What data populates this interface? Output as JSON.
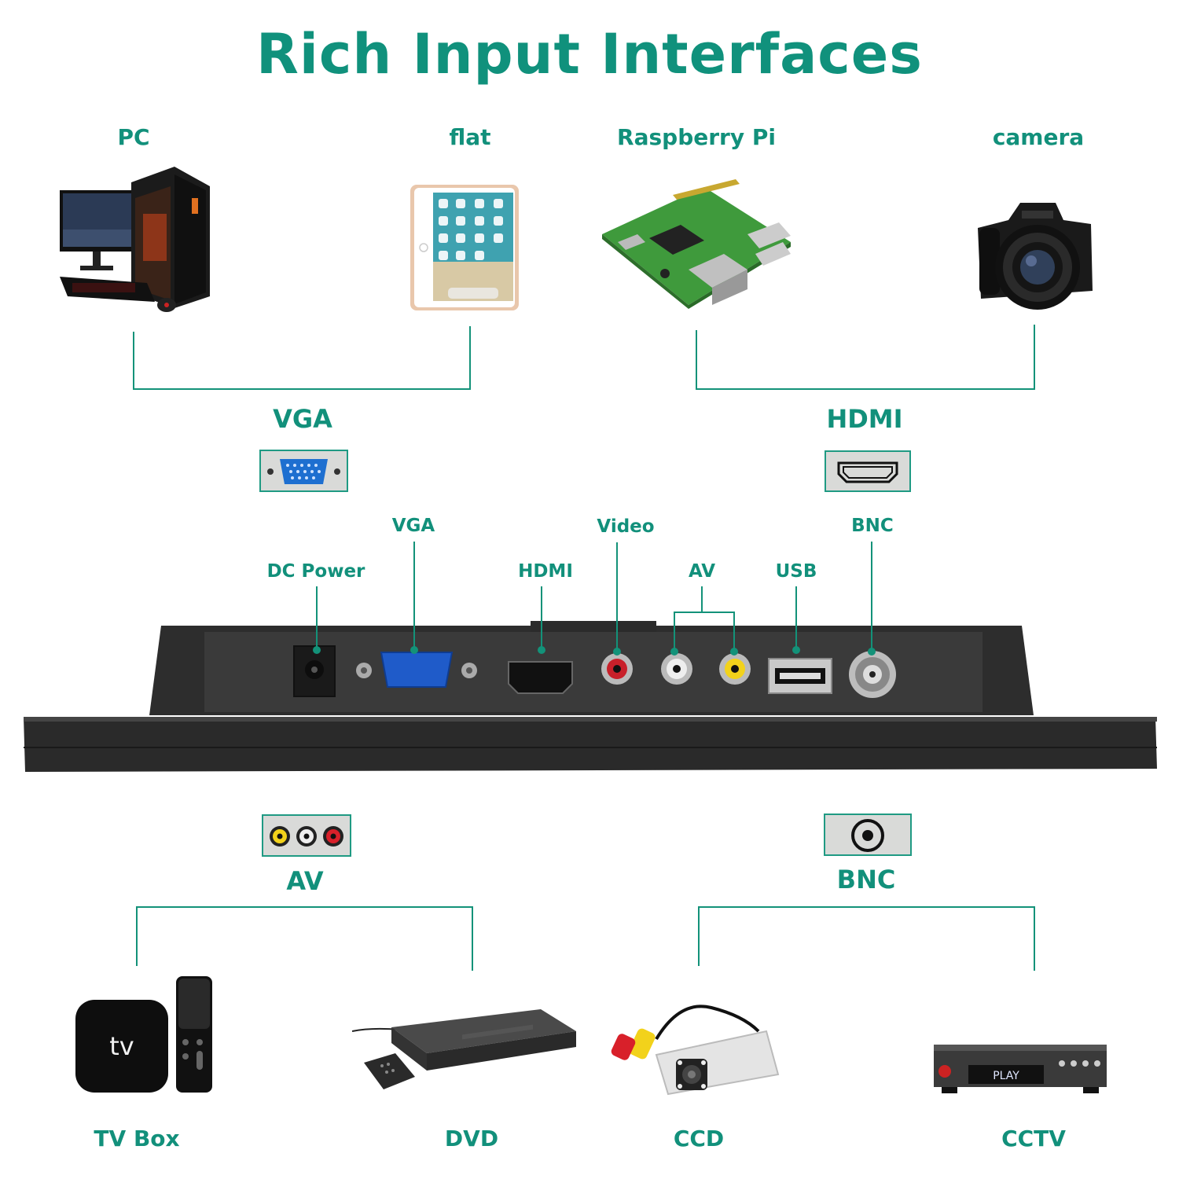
{
  "title": "Rich Input Interfaces",
  "colors": {
    "accent": "#12907b",
    "monitor": "#2a2a2a",
    "badge_bg": "#d9dad8"
  },
  "top_devices": [
    {
      "label": "PC",
      "icon": "pc-tower-icon"
    },
    {
      "label": "flat",
      "icon": "tablet-icon"
    },
    {
      "label": "Raspberry Pi",
      "icon": "raspberry-pi-board-icon"
    },
    {
      "label": "camera",
      "icon": "dslr-camera-icon"
    }
  ],
  "groups": {
    "vga": "VGA",
    "hdmi": "HDMI",
    "av": "AV",
    "bnc": "BNC"
  },
  "ports": {
    "dc_power": "DC Power",
    "vga": "VGA",
    "hdmi": "HDMI",
    "video": "Video",
    "av": "AV",
    "usb": "USB",
    "bnc": "BNC"
  },
  "bottom_devices": [
    {
      "label": "TV Box",
      "icon": "tv-box-icon"
    },
    {
      "label": "DVD",
      "icon": "dvd-player-icon"
    },
    {
      "label": "CCD",
      "icon": "ccd-camera-icon"
    },
    {
      "label": "CCTV",
      "icon": "cctv-recorder-icon"
    }
  ],
  "icon_text": {
    "tv_box_logo": "tv",
    "cctv_display": "PLAY"
  }
}
